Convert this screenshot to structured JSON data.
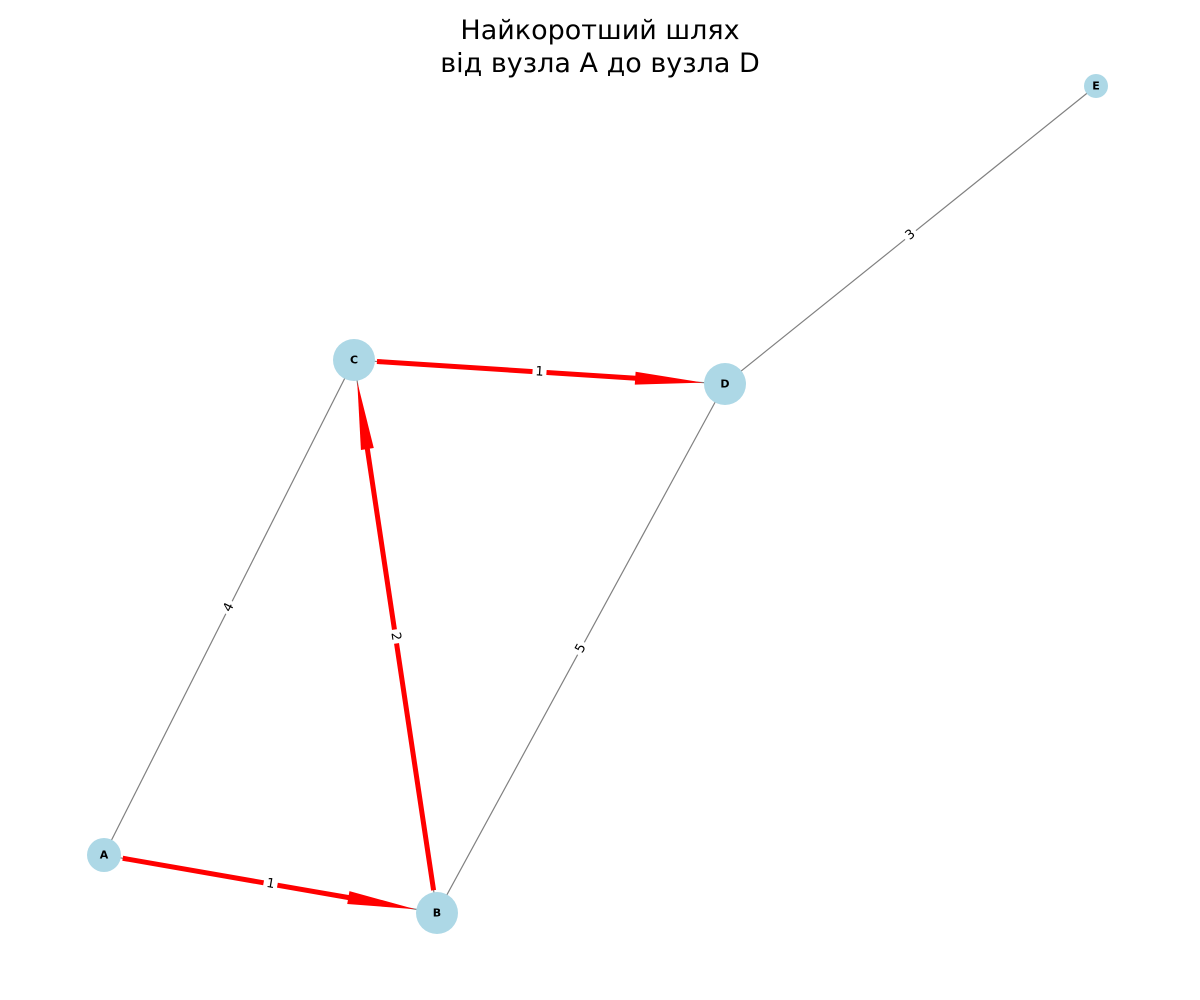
{
  "title": {
    "line1": "Найкоротший шлях",
    "line2": "від вузла A до вузла D"
  },
  "colors": {
    "node_fill": "#add8e6",
    "edge_default": "#808080",
    "path_highlight": "#ff0000",
    "label_background": "#ffffff",
    "text": "#000000"
  },
  "nodes": [
    {
      "id": "A",
      "label": "A"
    },
    {
      "id": "B",
      "label": "B"
    },
    {
      "id": "C",
      "label": "C"
    },
    {
      "id": "D",
      "label": "D"
    },
    {
      "id": "E",
      "label": "E"
    }
  ],
  "edges": [
    {
      "source": "A",
      "target": "B",
      "weight": "1",
      "on_path": true
    },
    {
      "source": "A",
      "target": "C",
      "weight": "4",
      "on_path": false
    },
    {
      "source": "B",
      "target": "C",
      "weight": "2",
      "on_path": true
    },
    {
      "source": "B",
      "target": "D",
      "weight": "5",
      "on_path": false
    },
    {
      "source": "C",
      "target": "D",
      "weight": "1",
      "on_path": true
    },
    {
      "source": "D",
      "target": "E",
      "weight": "3",
      "on_path": false
    }
  ],
  "shortest_path": [
    "A",
    "B",
    "C",
    "D"
  ]
}
